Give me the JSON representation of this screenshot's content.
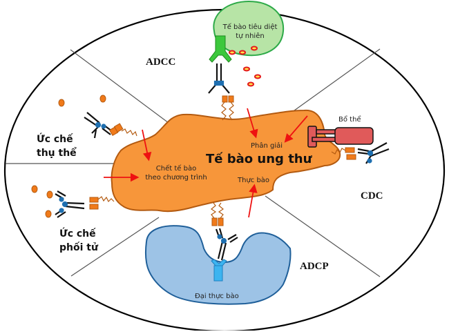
{
  "diagram": {
    "center_label": "Tế bào ung thư",
    "sectors": {
      "adcc": "ADCC",
      "cdc": "CDC",
      "adcp": "ADCP",
      "receptor_inhibition": [
        "Ức chế",
        "thụ thể"
      ],
      "ligand_inhibition": [
        "Ức chế",
        "phối tử"
      ]
    },
    "cells": {
      "nk_cell": [
        "Tế bào tiêu diệt",
        "tự nhiên"
      ],
      "complement": "Bổ thể",
      "macrophage": "Đại thực bào"
    },
    "outcomes": {
      "apoptosis": [
        "Chết tế bào",
        "theo chương trình"
      ],
      "lysis": "Phân giải",
      "phagocytosis": "Thực bào"
    },
    "colors": {
      "tumor_fill": "#F7963A",
      "tumor_stroke": "#B35A10",
      "nk_fill": "#B7E4A6",
      "nk_stroke": "#2DAA48",
      "macrophage_fill": "#9DC3E6",
      "macrophage_stroke": "#1F5F99",
      "complement_fill": "#E05A5A",
      "arrow": "#EE1111",
      "receptor": "#F07A1A",
      "antibody_hinge": "#1E6FB0",
      "granule_fill": "#FFE24D",
      "granule_ring": "#E41A1A"
    }
  }
}
